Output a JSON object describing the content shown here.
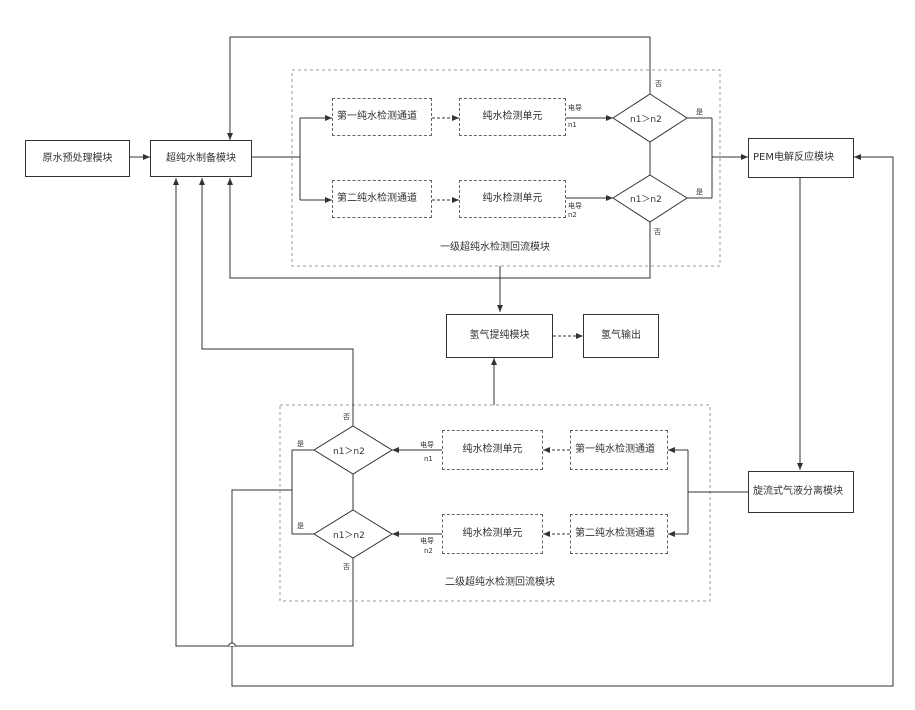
{
  "boxes": {
    "raw_water_pretreatment": "原水预处理模块",
    "ultrapure_prep": "超纯水制备模块",
    "ch1_top": "第一纯水检测通道",
    "ch2_top": "第二纯水检测通道",
    "detect1_top": "纯水检测单元",
    "detect2_top": "纯水检测单元",
    "pem": "PEM电解反应模块",
    "hydrogen_purify": "氢气提纯模块",
    "hydrogen_output": "氢气输出",
    "gas_liquid_sep": "旋流式气液分离模块",
    "ch1_bottom": "第一纯水检测通道",
    "ch2_bottom": "第二纯水检测通道",
    "detect1_bottom": "纯水检测单元",
    "detect2_bottom": "纯水检测单元"
  },
  "diamonds": {
    "top1": "n1＞n2",
    "top2": "n1＞n2",
    "bot1": "n1＞n2",
    "bot2": "n1＞n2"
  },
  "modules": {
    "first_stage": "一级超纯水检测回流模块",
    "second_stage": "二级超纯水检测回流模块"
  },
  "labels": {
    "cond_n1_top": "电导",
    "n1_top": "n1",
    "cond_n2_top": "电导",
    "n2_top": "n2",
    "cond_n1_bot": "电导",
    "n1_bot": "n1",
    "cond_n2_bot": "电导",
    "n2_bot": "n2",
    "yes": "是",
    "no": "否"
  }
}
